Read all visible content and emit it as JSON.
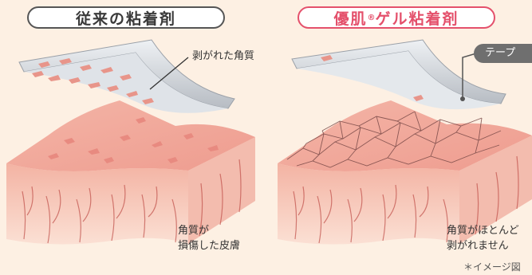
{
  "left_panel": {
    "title": "従来の粘着剤",
    "callout": "剥がれた角質",
    "caption_line1": "角質が",
    "caption_line2": "損傷した皮膚"
  },
  "right_panel": {
    "title_main": "優肌",
    "title_mark": "®",
    "title_rest": "ゲル粘着剤",
    "tape_label": "テープ",
    "caption_line1": "角質がほとんど",
    "caption_line2": "剥がれません"
  },
  "footnote": "＊イメージ図",
  "colors": {
    "background": "#fdf0e3",
    "accent": "#e4506b",
    "skin_top": "#f2a79a",
    "skin_side": "#f6c7b6",
    "vessel": "#c0504a",
    "tape": "#c9ced4"
  }
}
